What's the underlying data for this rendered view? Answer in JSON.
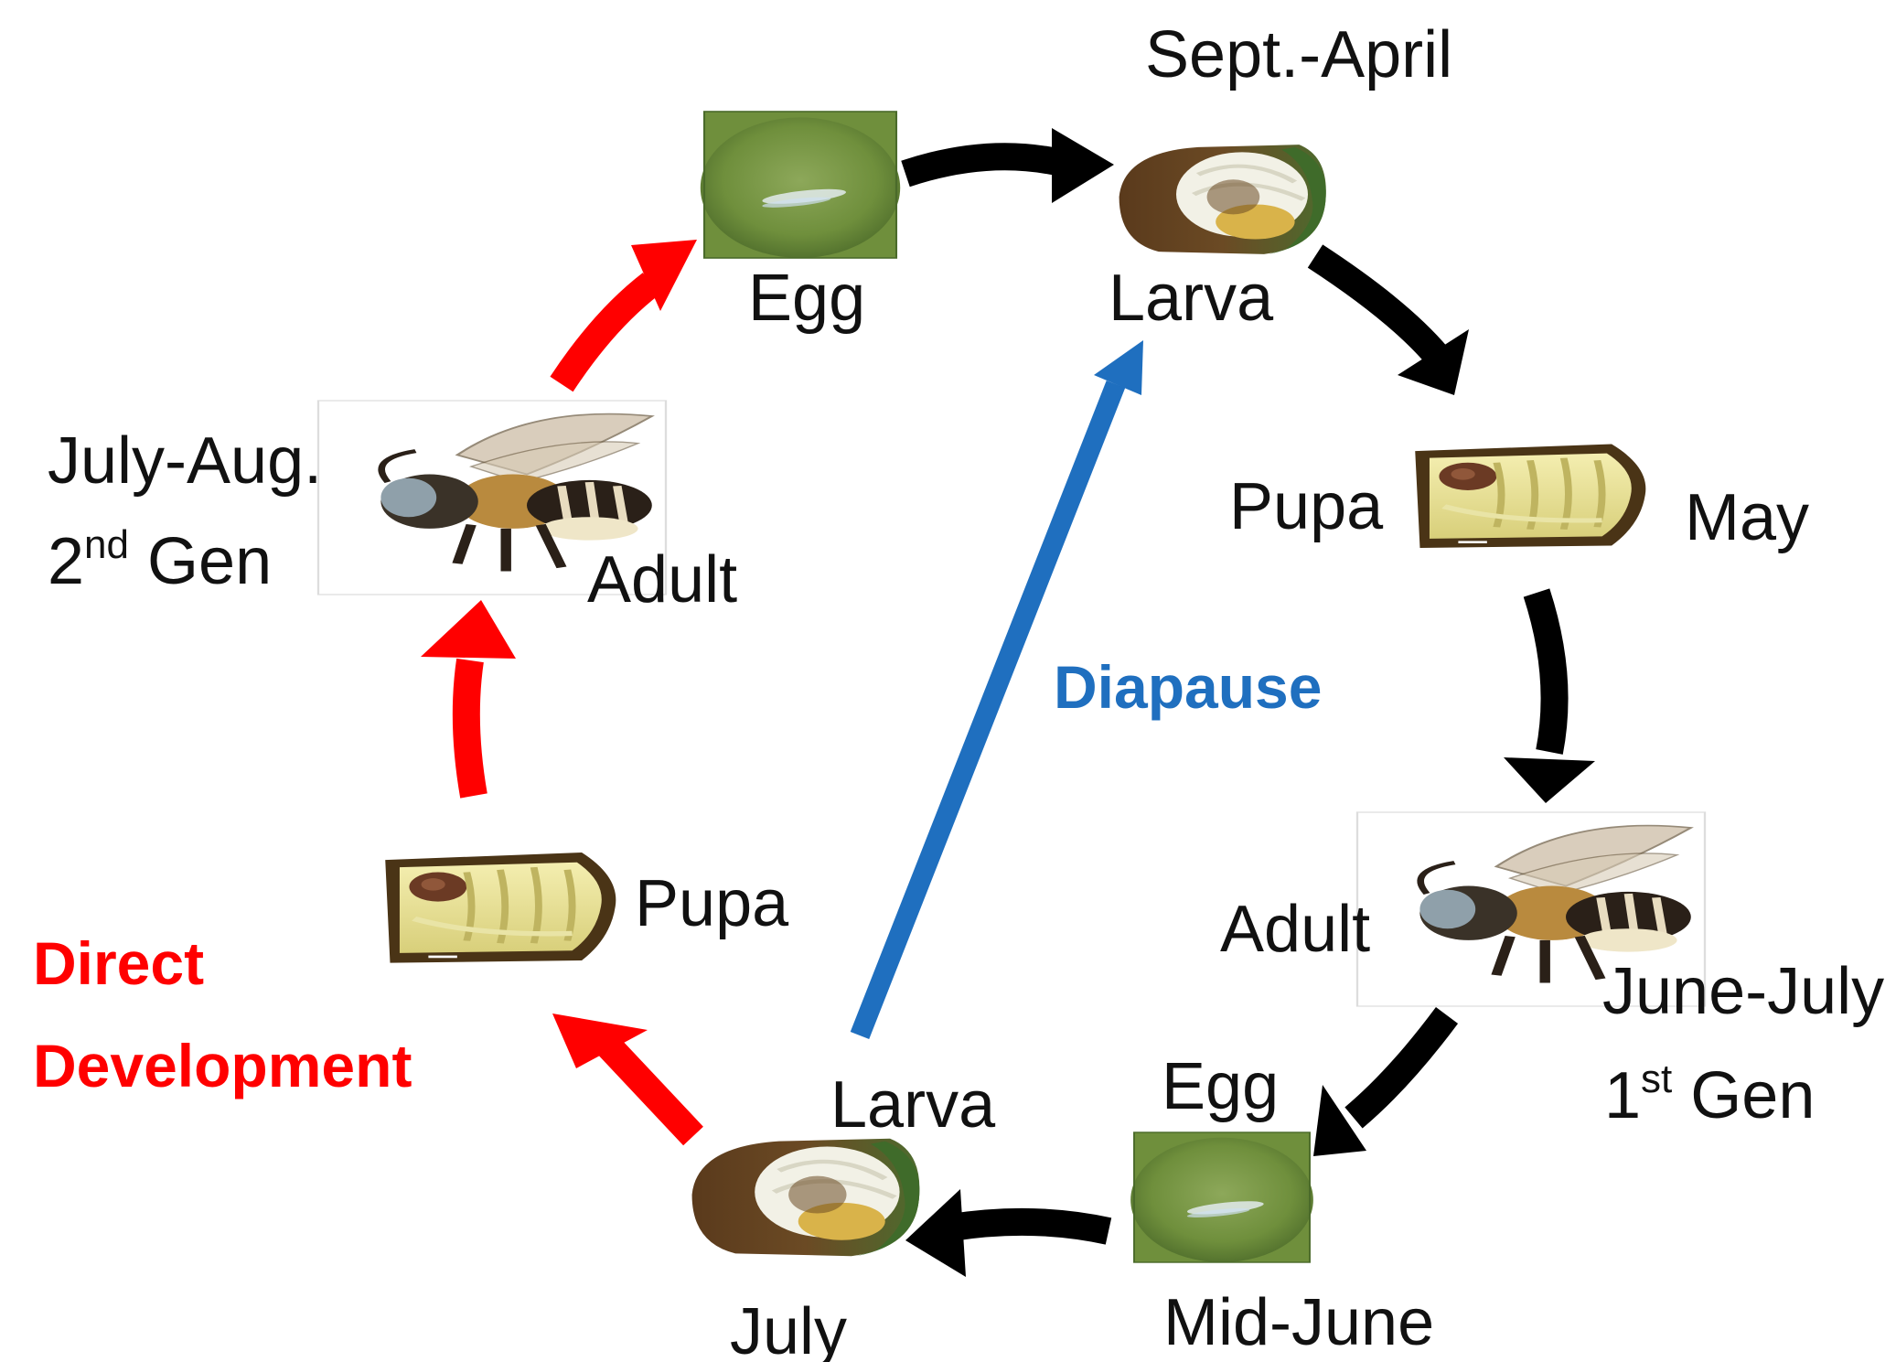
{
  "stages": {
    "egg_top": "Egg",
    "larva_top": "Larva",
    "pupa_right": "Pupa",
    "adult_right": "Adult",
    "egg_bottom": "Egg",
    "larva_bottom": "Larva",
    "pupa_left": "Pupa",
    "adult_left": "Adult"
  },
  "timing": {
    "larva_top": "Sept.-April",
    "pupa_right": "May",
    "adult_right": "June-July",
    "egg_bottom": "Mid-June",
    "larva_bottom": "July",
    "adult_left": "July-Aug."
  },
  "generations": {
    "first": {
      "number": "1",
      "suffix": "st",
      "word": "Gen"
    },
    "second": {
      "number": "2",
      "suffix": "nd",
      "word": "Gen"
    }
  },
  "pathways": {
    "direct_line1": "Direct",
    "direct_line2": "Development",
    "diapause": "Diapause"
  },
  "colors": {
    "direct": "#ff0000",
    "diapause": "#1f6fbf",
    "main_cycle": "#000000",
    "label_text": "#111111"
  },
  "icons": {
    "egg": "egg-photo",
    "larva": "larva-in-cell-photo",
    "pupa": "pupa-in-cell-photo",
    "adult": "bee-photo"
  }
}
